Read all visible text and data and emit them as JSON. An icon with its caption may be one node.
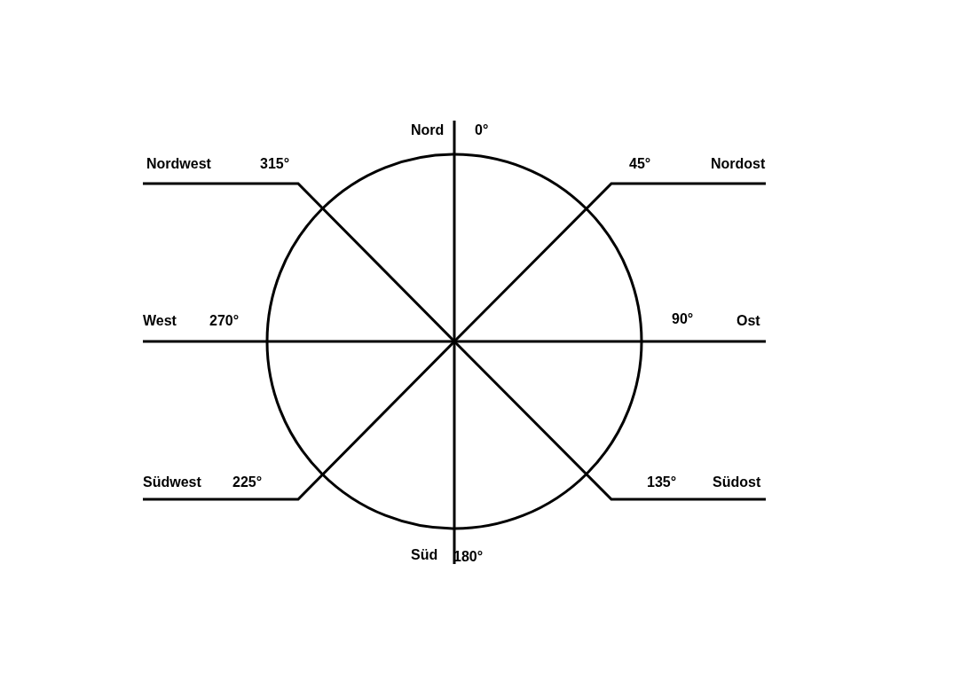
{
  "diagram": {
    "labels": [
      "Nord",
      "0°",
      "Nordwest",
      "315°",
      "45°",
      "Nordost",
      "West",
      "270°",
      "90°",
      "Ost",
      "Südwest",
      "225°",
      "135°",
      "Südost",
      "Süd",
      "180°"
    ]
  }
}
